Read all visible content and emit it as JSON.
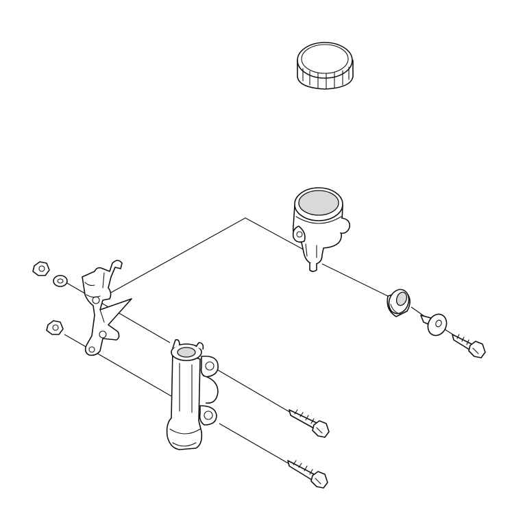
{
  "diagram": {
    "type": "exploded-parts-view",
    "colors": {
      "line": "#111111",
      "background": "#ffffff",
      "shade": "#d9d9d9"
    },
    "parts": [
      "reservoir-cap",
      "reservoir-body",
      "bracket",
      "nut-upper",
      "washer-upper",
      "nut-lower",
      "master-cylinder",
      "bolt-upper",
      "bolt-lower",
      "grommet",
      "collar",
      "reservoir-bolt"
    ]
  }
}
